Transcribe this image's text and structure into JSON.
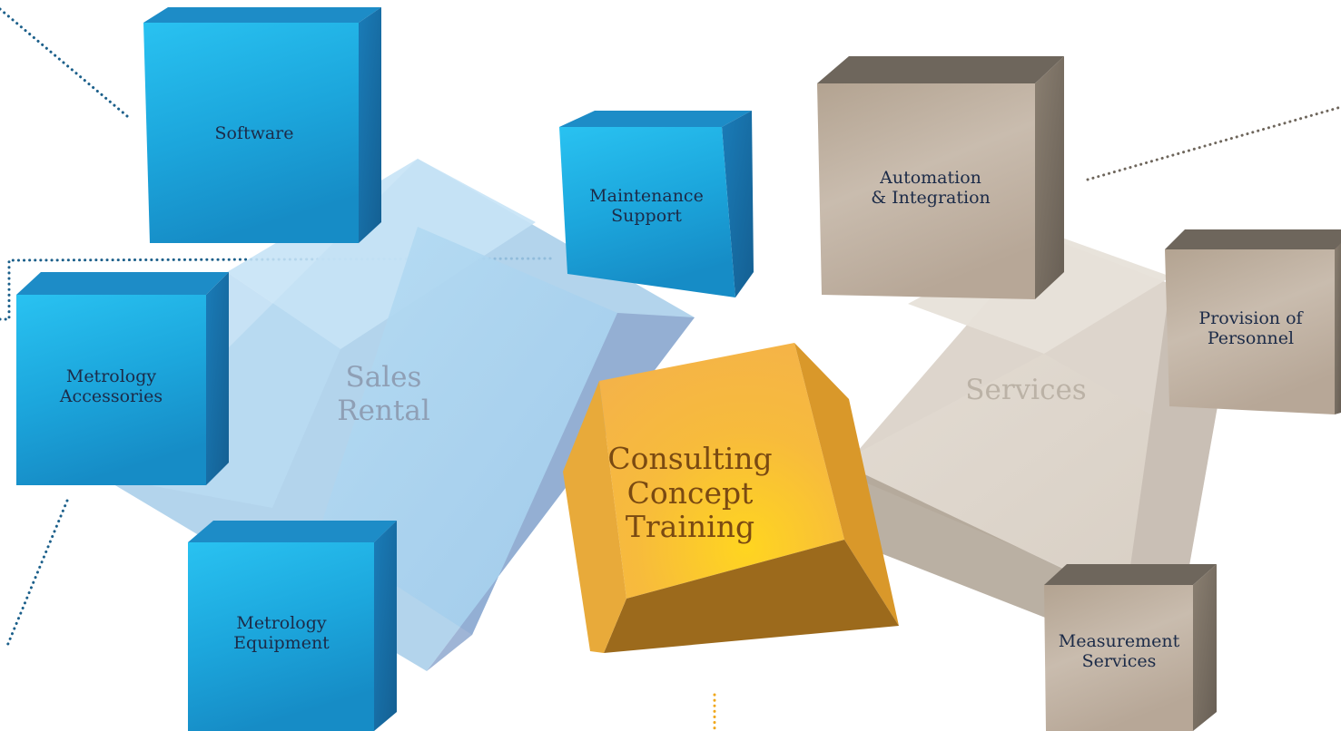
{
  "hubs": {
    "sales": {
      "line1": "Sales",
      "line2": "Rental"
    },
    "services": {
      "line1": "Services"
    },
    "consulting": {
      "line1": "Consulting",
      "line2": "Concept",
      "line3": "Training"
    }
  },
  "boxes": {
    "software": {
      "line1": "Software"
    },
    "maintenance": {
      "line1": "Maintenance",
      "line2": "Support"
    },
    "metrology_accessories": {
      "line1": "Metrology",
      "line2": "Accessories"
    },
    "metrology_equipment": {
      "line1": "Metrology",
      "line2": "Equipment"
    },
    "automation": {
      "line1": "Automation",
      "line2": "& Integration"
    },
    "personnel": {
      "line1": "Provision of",
      "line2": "Personnel"
    },
    "measurement": {
      "line1": "Measurement",
      "line2": "Services"
    }
  },
  "colors": {
    "blue_front": "#22b0e4",
    "blue_side": "#1a76b0",
    "blue_top": "#1d8cc7",
    "gray_front": "#c0b0a0",
    "gray_side": "#7b7164",
    "gray_top": "#6e665c",
    "gold_front": "#f9c23c",
    "gold_side": "#d9982a",
    "gold_bottom": "#9c6a1c",
    "dotted_blue": "#1b5f8a",
    "dotted_gold": "#f0a81c"
  }
}
